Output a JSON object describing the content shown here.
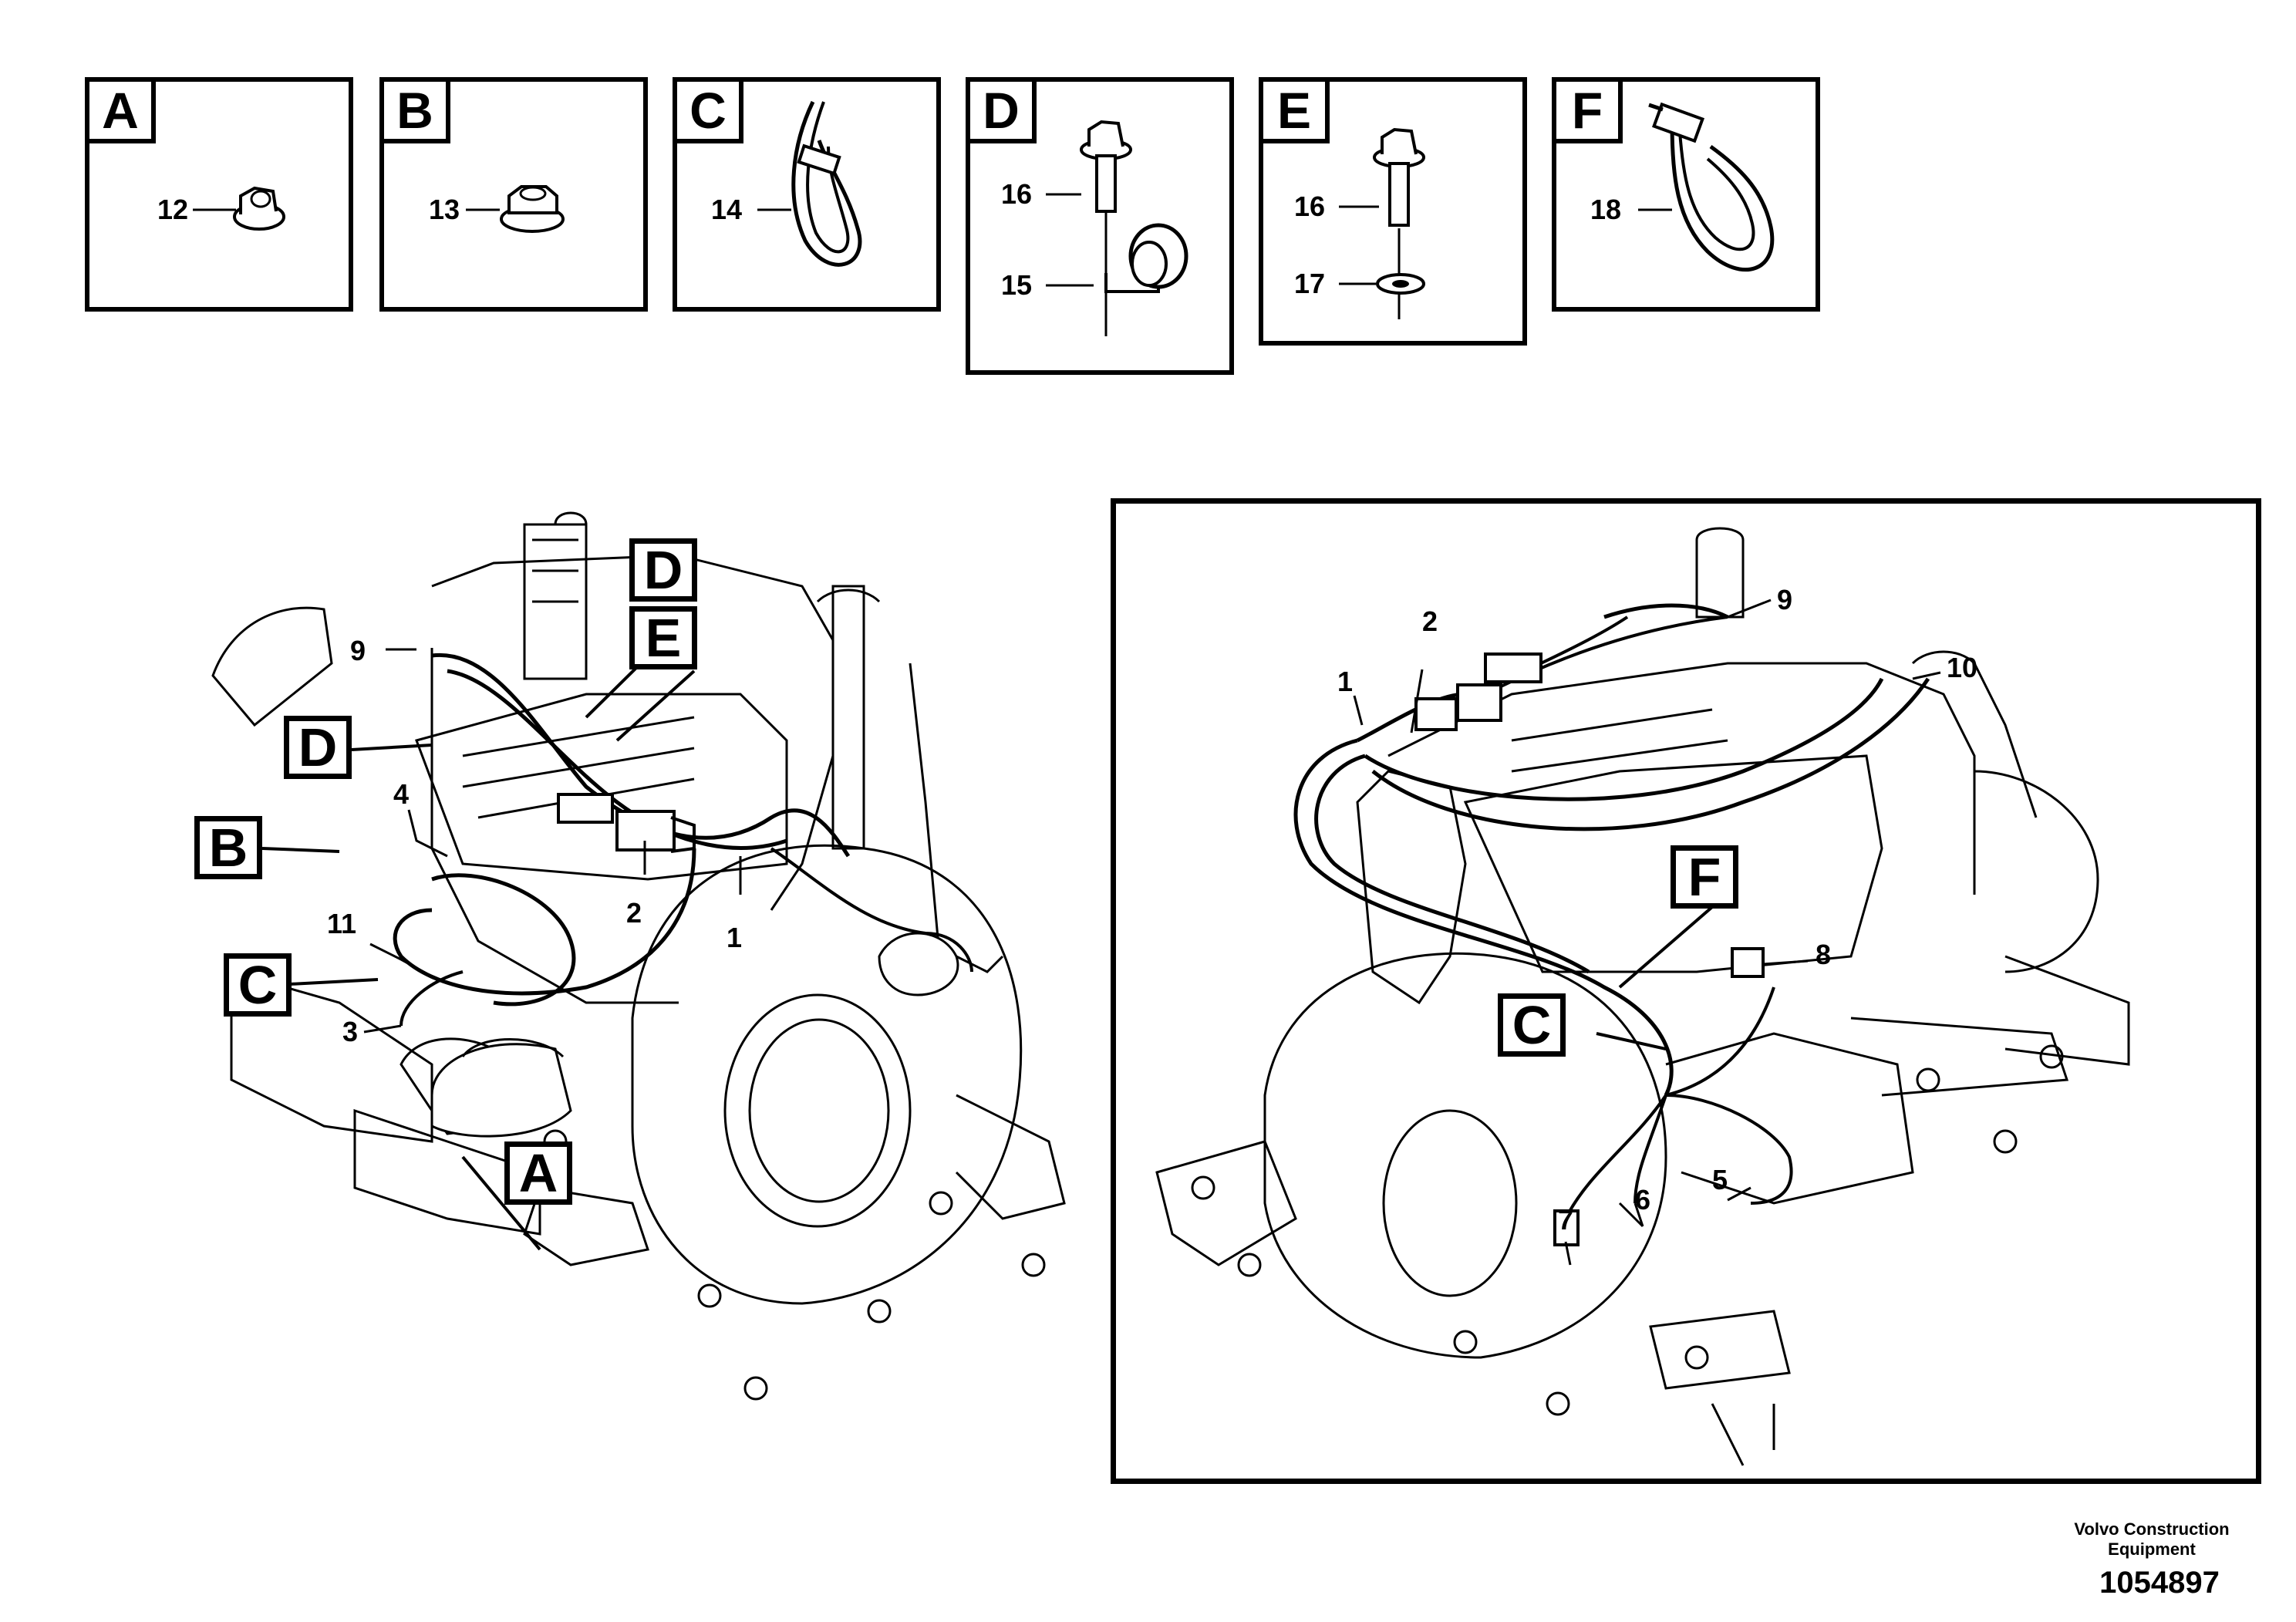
{
  "details": [
    {
      "letter": "A",
      "items": [
        "12"
      ]
    },
    {
      "letter": "B",
      "items": [
        "13"
      ]
    },
    {
      "letter": "C",
      "items": [
        "14"
      ]
    },
    {
      "letter": "D",
      "items": [
        "16",
        "15"
      ]
    },
    {
      "letter": "E",
      "items": [
        "16",
        "17"
      ]
    },
    {
      "letter": "F",
      "items": [
        "18"
      ]
    }
  ],
  "left_view": {
    "tags": [
      "D",
      "E",
      "D",
      "B",
      "C",
      "A"
    ],
    "callouts": [
      "9",
      "4",
      "11",
      "3",
      "2",
      "1"
    ]
  },
  "right_view": {
    "tags": [
      "F",
      "C"
    ],
    "callouts": [
      "2",
      "1",
      "9",
      "10",
      "8",
      "7",
      "6",
      "5"
    ]
  },
  "footer": {
    "company": "Volvo Construction\nEquipment",
    "drawing_number": "1054897"
  },
  "icons": [
    "flange-nut-icon",
    "hex-nut-icon",
    "cable-tie-icon",
    "flange-bolt-icon",
    "rubber-clamp-icon",
    "washer-icon",
    "cable-tie-clip-icon",
    "engine-illustration"
  ]
}
